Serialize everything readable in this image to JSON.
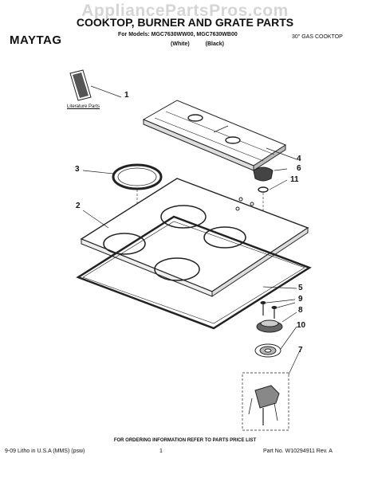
{
  "header": {
    "watermark": "AppliancePartsPros.com",
    "title": "COOKTOP, BURNER AND GRATE PARTS",
    "brand": "MAYTAG",
    "models": "For Models: MGC7630WW00, MGC7630WB00",
    "variants": "(White) (Black)",
    "product": "30\" GAS COOKTOP"
  },
  "diagram": {
    "literature_label": "Literature Parts",
    "callouts": [
      "1",
      "3",
      "2",
      "4",
      "6",
      "11",
      "5",
      "9",
      "8",
      "10",
      "7"
    ]
  },
  "footer": {
    "note": "FOR ORDERING INFORMATION REFER TO PARTS PRICE LIST",
    "left": "9-09 Litho in U.S.A (MMS) (psw)",
    "page": "1",
    "right": "Part No. W10294911 Rev. A"
  }
}
